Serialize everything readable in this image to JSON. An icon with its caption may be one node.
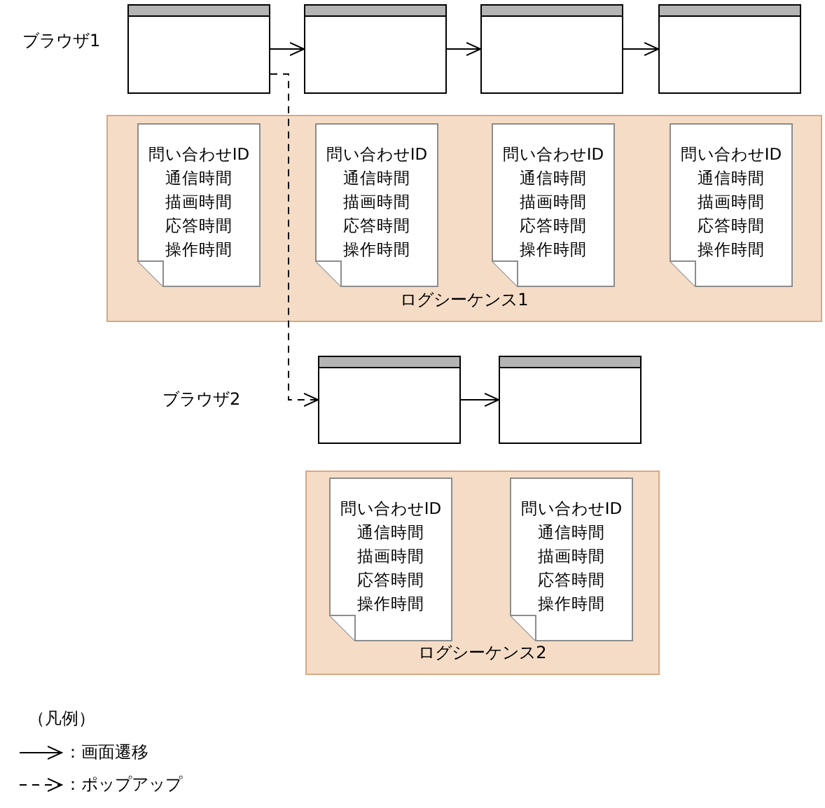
{
  "diagram": {
    "nodes": [
      {
        "text": [],
        "shape": "box"
      },
      {
        "text": [],
        "shape": "box"
      },
      {
        "text": [],
        "shape": "box"
      },
      {
        "text": [],
        "shape": "box"
      },
      {
        "text": [
          "ログシーケンス1"
        ]
      },
      {
        "text": [
          "問い合わせID",
          "通信時間",
          "描画時間",
          "応答時間",
          "操作時間"
        ],
        "in": 4
      },
      {
        "text": [
          "問い合わせID",
          "通信時間",
          "描画時間",
          "応答時間",
          "操作時間"
        ],
        "in": 4
      },
      {
        "text": [
          "問い合わせID",
          "通信時間",
          "描画時間",
          "応答時間",
          "操作時間"
        ],
        "in": 4
      },
      {
        "text": [
          "問い合わせID",
          "通信時間",
          "描画時間",
          "応答時間",
          "操作時間"
        ],
        "in": 4
      },
      {
        "text": [],
        "shape": "box"
      },
      {
        "text": [],
        "shape": "box"
      },
      {
        "text": [
          "ログシーケンス2"
        ]
      },
      {
        "text": [
          "問い合わせID",
          "通信時間",
          "描画時間",
          "応答時間",
          "操作時間"
        ],
        "in": 11
      },
      {
        "text": [
          "問い合わせID",
          "通信時間",
          "描画時間",
          "応答時間",
          "操作時間"
        ],
        "in": 11
      }
    ],
    "edges": [
      {
        "from": 0,
        "to": 1,
        "arrow": "to"
      },
      {
        "from": 1,
        "to": 2,
        "arrow": "to"
      },
      {
        "from": 2,
        "to": 3,
        "arrow": "to"
      },
      {
        "from": 0,
        "to": 9,
        "arrow": "to",
        "style": "dashed"
      },
      {
        "from": 9,
        "to": 10,
        "arrow": "to"
      }
    ],
    "labels": [
      "ブラウザ1",
      "ブラウザ2",
      "（凡例）"
    ],
    "legend": [
      {
        "text": "：画面遷移"
      },
      {
        "text": "：ポップアップ"
      }
    ]
  }
}
